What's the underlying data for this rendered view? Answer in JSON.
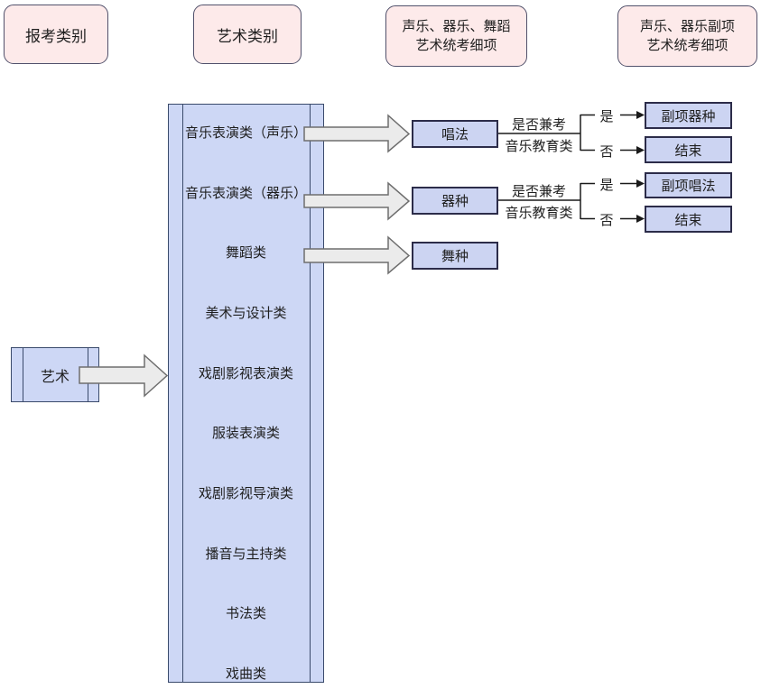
{
  "colors": {
    "header_fill": "#fdeaea",
    "header_border": "#51516b",
    "node_fill": "#ccd4f2",
    "node_border": "#2c2c49",
    "column_fill": "#cdd7f5",
    "column_border": "#3a4a6b",
    "block_arrow_fill": "#ebebeb",
    "block_arrow_border": "#6e6e6e",
    "wire_color": "#1a1a1a"
  },
  "headers": {
    "apply_category": {
      "label": "报考类别"
    },
    "art_category": {
      "label": "艺术类别"
    },
    "unified_exam_detail": {
      "line1": "声乐、器乐、舞蹈",
      "line2": "艺术统考细项"
    },
    "sub_item_exam_detail": {
      "line1": "声乐、器乐副项",
      "line2": "艺术统考细项"
    }
  },
  "root": {
    "label": "艺术"
  },
  "categories": [
    "音乐表演类（声乐）",
    "音乐表演类（器乐）",
    "舞蹈类",
    "美术与设计类",
    "戏剧影视表演类",
    "服装表演类",
    "戏剧影视导演类",
    "播音与主持类",
    "书法类",
    "戏曲类"
  ],
  "detail_nodes": {
    "vocal": "唱法",
    "instrumental": "器种",
    "dance": "舞种"
  },
  "branches": {
    "vocal": {
      "condition_line1": "是否兼考",
      "condition_line2": "音乐教育类",
      "yes_label": "是",
      "no_label": "否",
      "yes_result": "副项器种",
      "no_result": "结束"
    },
    "instrumental": {
      "condition_line1": "是否兼考",
      "condition_line2": "音乐教育类",
      "yes_label": "是",
      "no_label": "否",
      "yes_result": "副项唱法",
      "no_result": "结束"
    }
  }
}
